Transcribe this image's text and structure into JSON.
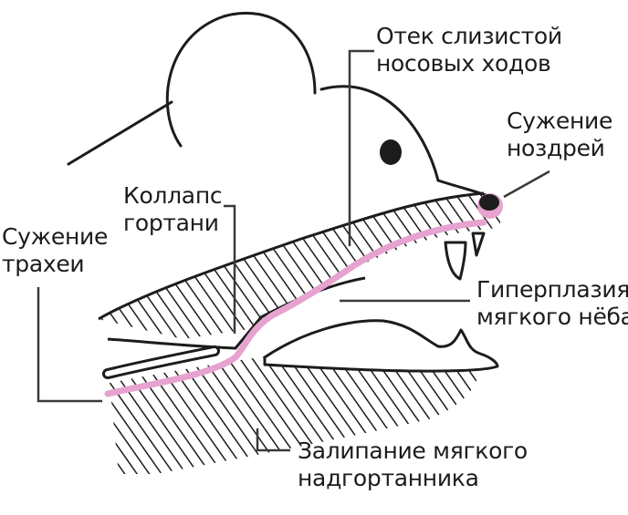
{
  "labels": {
    "nasal_edema": {
      "line1": "Отек слизистой",
      "line2": "носовых ходов"
    },
    "nostrils": {
      "line1": "Сужение",
      "line2": "ноздрей"
    },
    "larynx_collapse": {
      "line1": "Коллапс",
      "line2": "гортани"
    },
    "trachea": {
      "line1": "Сужение",
      "line2": "трахеи"
    },
    "soft_palate": {
      "line1": "Гиперплазия",
      "line2": "мягкого нёба"
    },
    "epiglottis": {
      "line1": "Залипание мягкого",
      "line2": "надгортанника"
    }
  },
  "colors": {
    "outline": "#1c1c1c",
    "airway": "#e6a3cf",
    "leader": "#3a3a3a",
    "nose": "#1c1c1c"
  }
}
